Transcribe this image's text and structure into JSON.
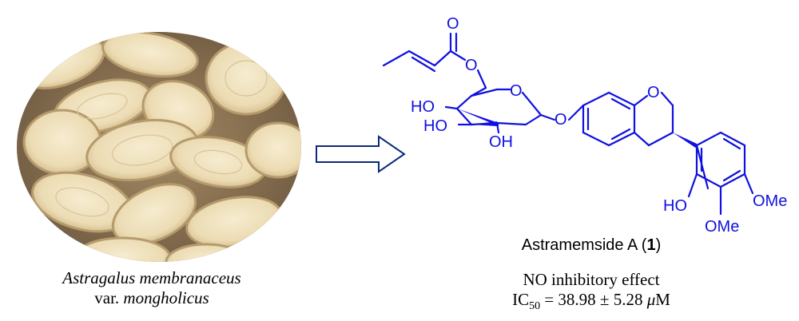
{
  "photo": {
    "subject": "sliced dried Astragalus root pieces",
    "colors": {
      "light": "#efe2bf",
      "mid": "#d9c59a",
      "dark": "#7a6446",
      "edge": "#c9ad7c"
    }
  },
  "species_caption": {
    "line1_italic": "Astragalus membranaceus",
    "line2_prefix": "var. ",
    "line2_italic": "mongholicus"
  },
  "arrow": {
    "icon": "hollow-right-arrow-icon",
    "color": "#0a2a7a"
  },
  "structure": {
    "colors": {
      "acyl_and_sugar": "#1010e0",
      "core": "#1010e0",
      "bond_black": "#000000"
    },
    "labels": {
      "carbonyl_o": "O",
      "ester_o": "O",
      "ring_o": "O",
      "glycosidic_o": "O",
      "chroman_o": "O",
      "ho_c4": "HO",
      "ho_c3": "HO",
      "oh_c2": "OH",
      "ho_phenol": "HO",
      "ome_4": "OMe",
      "ome_3": "OMe"
    }
  },
  "compound": {
    "name": "Astramemside A (",
    "number": "1",
    "close": ")"
  },
  "activity": {
    "line1": "NO inhibitory effect",
    "ic": "IC",
    "sub": "50",
    "value": " = 38.98 ± 5.28 ",
    "mu": "μ",
    "unit": "M"
  }
}
